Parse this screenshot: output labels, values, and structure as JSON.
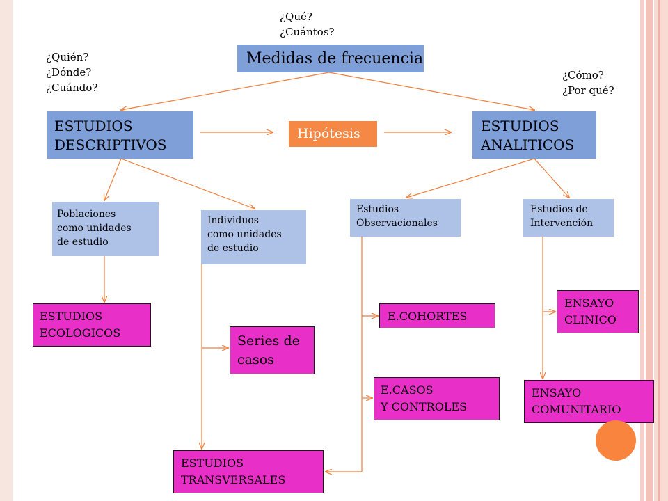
{
  "questions": {
    "top": [
      "¿Qué?",
      "¿Cuántos?"
    ],
    "left": [
      "¿Quién?",
      "¿Dónde?",
      "¿Cuándo?"
    ],
    "right": [
      "¿Cómo?",
      "¿Por qué?"
    ]
  },
  "nodes": {
    "medidas": "Medidas de frecuencia",
    "descriptivos": [
      "ESTUDIOS",
      "DESCRIPTIVOS"
    ],
    "hipotesis": "Hipótesis",
    "analiticos": [
      "ESTUDIOS",
      "ANALITICOS"
    ],
    "poblaciones": [
      "Poblaciones",
      "como unidades",
      "de estudio"
    ],
    "individuos": [
      "Individuos",
      "como unidades",
      "de estudio"
    ],
    "observacionales": [
      "Estudios",
      "Observacionales"
    ],
    "intervencion": [
      "Estudios de",
      "Intervención"
    ],
    "ecologicos": [
      "ESTUDIOS",
      "ECOLOGICOS"
    ],
    "series": [
      "Series de",
      "casos"
    ],
    "transversales": [
      "ESTUDIOS",
      "TRANSVERSALES"
    ],
    "cohortes": "E.COHORTES",
    "casos_controles": [
      "E.CASOS",
      "Y CONTROLES"
    ],
    "ensayo_clinico": [
      "ENSAYO",
      "CLINICO"
    ],
    "ensayo_comunitario": [
      "ENSAYO",
      "COMUNITARIO"
    ]
  },
  "colors": {
    "header_box": "#7f9fd9",
    "sub_box": "#aec2e8",
    "hypothesis": "#f58845",
    "study_type": "#e830c8",
    "connector": "#f07f3c"
  }
}
